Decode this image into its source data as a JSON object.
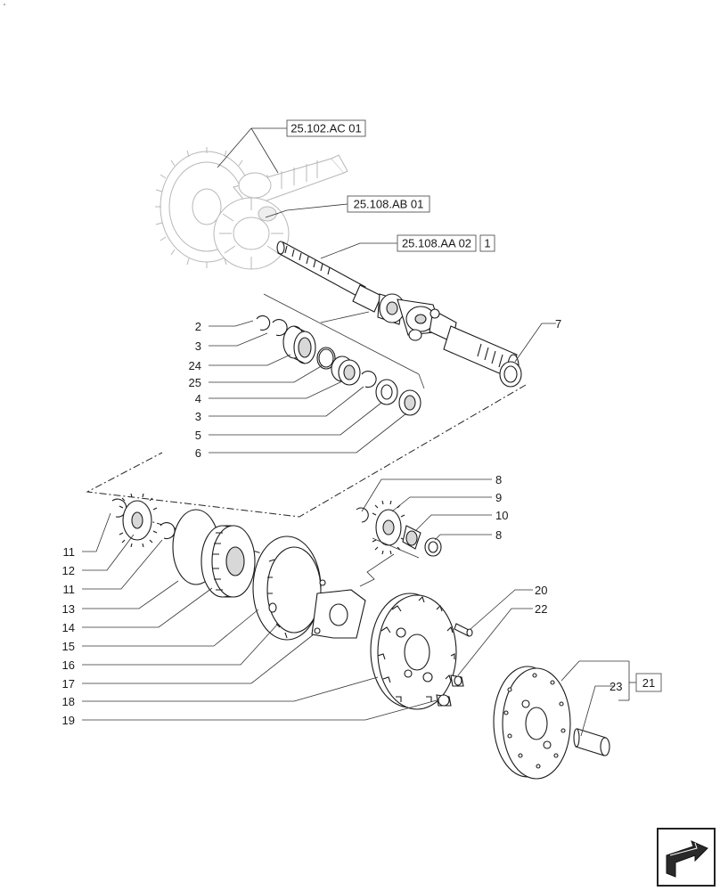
{
  "reference_boxes": [
    {
      "id": "ref1",
      "label": "25.102.AC 01"
    },
    {
      "id": "ref2",
      "label": "25.108.AB 01"
    },
    {
      "id": "ref3",
      "label": "25.108.AA 02"
    },
    {
      "id": "ref3b",
      "label": "1"
    }
  ],
  "callouts": {
    "c2": "2",
    "c3a": "3",
    "c24": "24",
    "c25": "25",
    "c4": "4",
    "c3b": "3",
    "c5": "5",
    "c6": "6",
    "c7": "7",
    "c8a": "8",
    "c9": "9",
    "c10": "10",
    "c8b": "8",
    "c11a": "11",
    "c12": "12",
    "c11b": "11",
    "c13": "13",
    "c14": "14",
    "c15": "15",
    "c16": "16",
    "c17": "17",
    "c18": "18",
    "c19": "19",
    "c20": "20",
    "c22": "22",
    "c23": "23",
    "c21": "21"
  },
  "navigation": {
    "icon": "next-page-arrow-icon"
  }
}
